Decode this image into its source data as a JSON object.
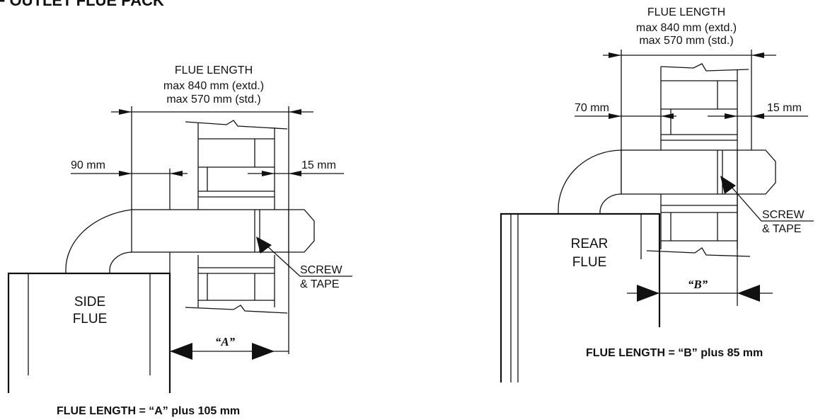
{
  "header": {
    "title_fragment": "F OUTLET FLUE PACK"
  },
  "left": {
    "flue_length_label": "FLUE LENGTH",
    "max_extd": "max 840 mm (extd.)",
    "max_std": "max 570 mm (std.)",
    "dim_left": "90 mm",
    "dim_right": "15 mm",
    "screw_line1": "SCREW",
    "screw_line2": "& TAPE",
    "box_line1": "SIDE",
    "box_line2": "FLUE",
    "measure_label": "“A”",
    "formula": "FLUE LENGTH =  “A” plus 105 mm"
  },
  "right": {
    "flue_length_label": "FLUE LENGTH",
    "max_extd": "max 840 mm (extd.)",
    "max_std": "max 570 mm (std.)",
    "dim_left": "70 mm",
    "dim_right": "15 mm",
    "screw_line1": "SCREW",
    "screw_line2": "& TAPE",
    "box_line1": "REAR",
    "box_line2": "FLUE",
    "measure_label": "“B”",
    "formula": "FLUE LENGTH =  “B” plus 85 mm"
  },
  "colors": {
    "ink": "#111111",
    "background": "#ffffff"
  }
}
